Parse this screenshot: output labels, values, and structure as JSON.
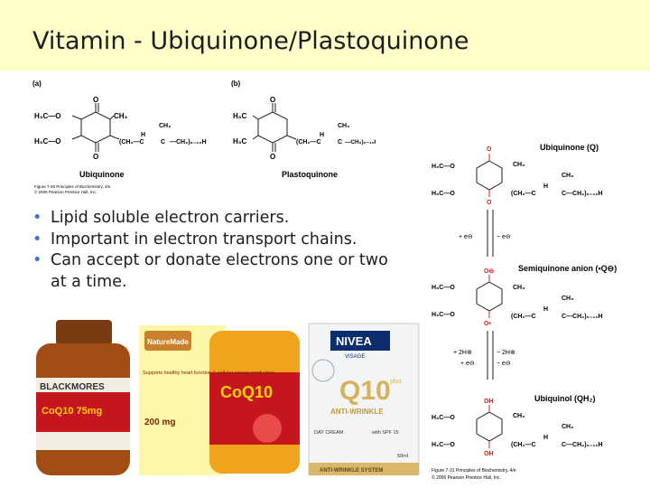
{
  "slide": {
    "title": "Vitamin - Ubiquinone/Plastoquinone",
    "bullets": [
      "Lipid soluble electron carriers.",
      "Important in electron transport chains.",
      "Can accept or donate electrons one or two at a time."
    ],
    "bullet_line2": "two at a time.",
    "bullet_line1": "Can accept or donate electrons one or"
  },
  "figure_ab": {
    "panel_a_label": "(a)",
    "panel_b_label": "(b)",
    "ubiquinone_caption": "Ubiquinone",
    "plastoquinone_caption": "Plastoquinone",
    "credit_line1": "Figure 7-26 Principles of Biochemistry, 4/e",
    "credit_line2": "© 2006 Pearson Prentice Hall, Inc.",
    "labels": {
      "o": "O",
      "h3co": "H₃C—O",
      "h3c": "H₃C",
      "ch3": "CH₃",
      "h": "H",
      "chain_left": "(CH₂—C",
      "chain_c": "C",
      "chain_right": "—CH₂)₆₋₁₀H"
    }
  },
  "figure_right": {
    "ubiquinone_label": "Ubiquinone (Q)",
    "semiquinone_label": "Semiquinone anion (•Q⊖)",
    "ubiquinol_label": "Ubiquinol (QH₂)",
    "step1_left": "+ e⊖",
    "step1_right": "− e⊖",
    "step2_left_a": "+ 2H⊕",
    "step2_left_b": "+ e⊖",
    "step2_right_a": "− 2H⊕",
    "step2_right_b": "− e⊖",
    "credit_line1": "Figure 7-31 Principles of Biochemistry, 4/e",
    "credit_line2": "© 2006 Pearson Prentice Hall, Inc.",
    "labels": {
      "o": "O",
      "oh": "OH",
      "ominus": "O⊖",
      "odot": "O•",
      "h3co": "H₃C—O",
      "ch3": "CH₃",
      "h": "H",
      "chain_left": "(CH₂—C",
      "chain_right": "C—CH₂)₆₋₁₀H"
    }
  },
  "products": {
    "blackmores": {
      "brand": "BLACKMORES",
      "product": "CoQ10 75mg"
    },
    "naturemade": {
      "brand": "NatureMade",
      "claim_1": "Supports healthy heart function & cellular energy production",
      "dose": "200 mg",
      "bottle_label": "CoQ10"
    },
    "nivea": {
      "brand": "NIVEA",
      "sub": "VISAGE",
      "product": "Q10",
      "plus": "plus",
      "line": "ANTI-WRINKLE",
      "type": "DAY CREAM",
      "spf": "with SPF 15",
      "volume": "50ml",
      "footer": "ANTI-WRINKLE SYSTEM"
    }
  },
  "colors": {
    "title_bg": "#ffffc9",
    "bullet_accent": "#4472c4",
    "oxygen_red": "#d42020",
    "text": "#1d1d1d"
  }
}
